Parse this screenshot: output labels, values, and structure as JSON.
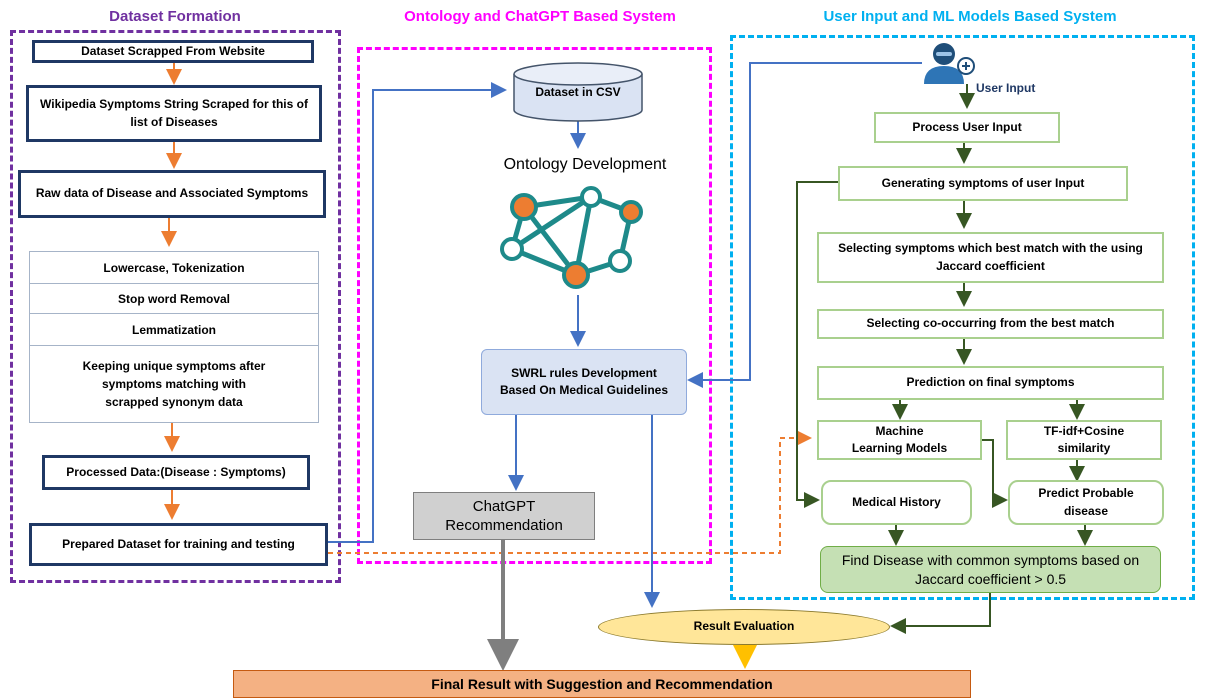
{
  "titles": {
    "dataset_formation": "Dataset Formation",
    "ontology_system": "Ontology and ChatGPT Based System",
    "user_system": "User Input and ML Models Based System"
  },
  "colors": {
    "dataset_formation": "#7030a0",
    "ontology_system": "#ff00ff",
    "user_system": "#00b0f0",
    "left_arrows": "#ed7d31",
    "blue_arrows": "#4472c4",
    "green_arrows": "#375623",
    "gray_arrow": "#7f7f7f",
    "gold_arrow": "#ffc000"
  },
  "dataset": {
    "scrapped": "Dataset Scrapped From Website",
    "wiki": "Wikipedia Symptoms  String Scraped for this of  list of Diseases",
    "raw": "Raw data of Disease and Associated Symptoms",
    "steps": [
      "Lowercase, Tokenization",
      "Stop word Removal",
      "Lemmatization",
      "Keeping unique symptoms after symptoms matching with scrapped synonym data"
    ],
    "processed": "Processed Data:(Disease : Symptoms)",
    "prepared": "Prepared Dataset for training and testing"
  },
  "ontology": {
    "csv": "Dataset in CSV",
    "development": "Ontology Development",
    "swrl": "SWRL rules Development Based On Medical Guidelines",
    "chatgpt": "ChatGPT Recommendation"
  },
  "user": {
    "input_label": "User Input",
    "process": "Process User Input",
    "generate": "Generating symptoms of user Input",
    "select_jaccard": "Selecting symptoms which best match with the using Jaccard coefficient",
    "cooccur": "Selecting co-occurring from the best match",
    "prediction": "Prediction on final symptoms",
    "ml_models": "Machine Learning Models",
    "tfidf": "TF-idf+Cosine similarity",
    "history": "Medical History",
    "probable": "Predict Probable disease",
    "find": "Find Disease with common symptoms based on Jaccard coefficient > 0.5"
  },
  "result": {
    "evaluation": "Result Evaluation",
    "final": "Final Result with Suggestion and Recommendation"
  }
}
